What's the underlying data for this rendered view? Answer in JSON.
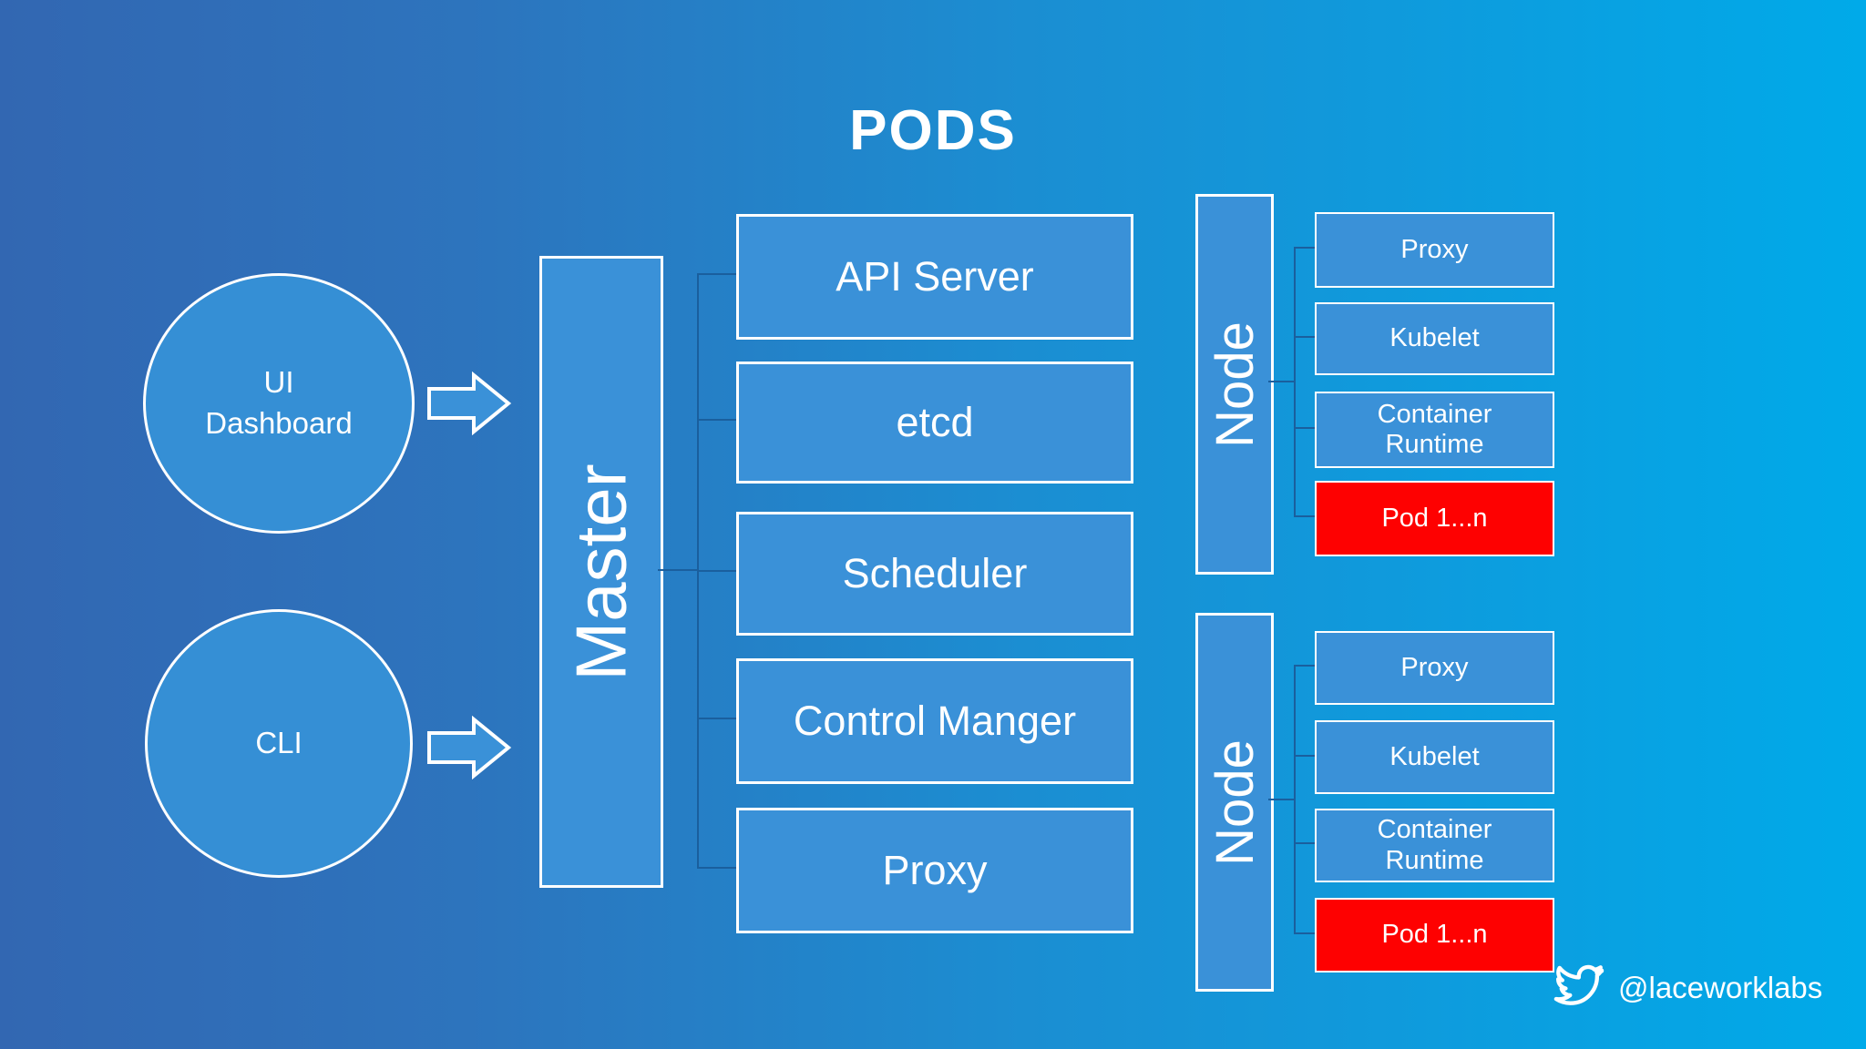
{
  "title": "PODS",
  "colors": {
    "bg_left": "#3267b2",
    "bg_right": "#00aae9",
    "shape_fill": "#3a91d8",
    "shape_border": "#ffffff",
    "connector_line": "#1a5f9e",
    "pod_red": "#fe0101",
    "text": "#ffffff"
  },
  "clients": [
    {
      "label": "UI Dashboard",
      "lines": [
        "UI",
        "Dashboard"
      ]
    },
    {
      "label": "CLI",
      "lines": [
        "CLI"
      ]
    }
  ],
  "master": {
    "label": "Master",
    "components": [
      "API Server",
      "etcd",
      "Scheduler",
      "Control Manger",
      "Proxy"
    ]
  },
  "nodes": [
    {
      "label": "Node",
      "components": [
        "Proxy",
        "Kubelet",
        "Container Runtime",
        "Pod 1...n"
      ]
    },
    {
      "label": "Node",
      "components": [
        "Proxy",
        "Kubelet",
        "Container Runtime",
        "Pod 1...n"
      ]
    }
  ],
  "footer": {
    "twitter_handle": "@laceworklabs",
    "icon": "twitter-bird-icon"
  }
}
